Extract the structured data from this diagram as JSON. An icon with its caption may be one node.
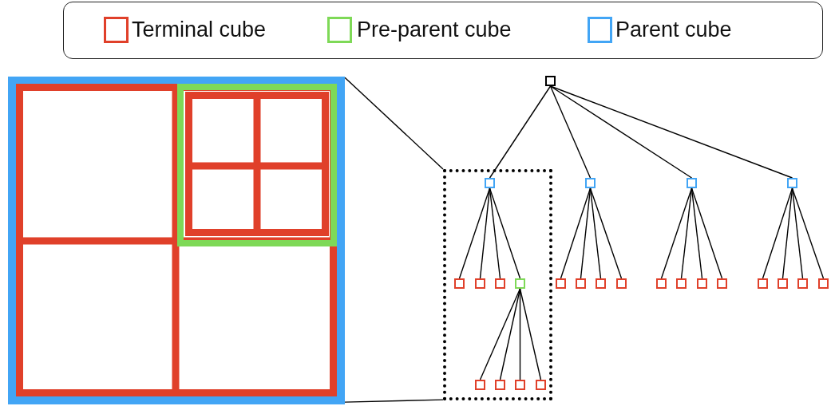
{
  "diagram": {
    "nodes": [
      {
        "text": [],
        "shape": "box"
      },
      {
        "text": [],
        "shape": "box"
      },
      {
        "text": [],
        "shape": "box"
      },
      {
        "text": [],
        "shape": "box",
        "in": 2
      },
      {
        "text": [],
        "shape": "box",
        "in": 2
      },
      {
        "text": [],
        "shape": "box",
        "in": 2
      },
      {
        "text": [],
        "shape": "box",
        "in": 2
      },
      {
        "text": [],
        "shape": "box",
        "in": 2
      },
      {
        "text": [],
        "shape": "box",
        "in": 2
      },
      {
        "text": [],
        "shape": "box",
        "in": 2
      },
      {
        "text": [],
        "shape": "box",
        "in": 2
      },
      {
        "text": [],
        "shape": "box",
        "in": 2
      },
      {
        "text": [],
        "shape": "box"
      },
      {
        "text": [],
        "shape": "box"
      },
      {
        "text": [],
        "shape": "box"
      },
      {
        "text": [],
        "shape": "box"
      },
      {
        "text": [],
        "shape": "box"
      },
      {
        "text": [],
        "shape": "box"
      },
      {
        "text": [],
        "shape": "box"
      },
      {
        "text": [],
        "shape": "box"
      },
      {
        "text": [],
        "shape": "box"
      },
      {
        "text": [],
        "shape": "box"
      },
      {
        "text": [],
        "shape": "box"
      },
      {
        "text": [],
        "shape": "box"
      },
      {
        "text": [],
        "shape": "box"
      },
      {
        "text": [],
        "shape": "box"
      },
      {
        "text": [],
        "shape": "box"
      }
    ],
    "edges": [
      {
        "from": 0,
        "to": 2,
        "arrow": "none"
      },
      {
        "from": 0,
        "to": 2,
        "arrow": "none"
      },
      {
        "from": 1,
        "to": 3,
        "arrow": "none"
      },
      {
        "from": 1,
        "to": 12,
        "arrow": "none"
      },
      {
        "from": 1,
        "to": 13,
        "arrow": "none"
      },
      {
        "from": 1,
        "to": 14,
        "arrow": "none"
      },
      {
        "from": 3,
        "to": 4,
        "arrow": "none"
      },
      {
        "from": 3,
        "to": 5,
        "arrow": "none"
      },
      {
        "from": 3,
        "to": 6,
        "arrow": "none"
      },
      {
        "from": 3,
        "to": 7,
        "arrow": "none"
      },
      {
        "from": 7,
        "to": 8,
        "arrow": "none"
      },
      {
        "from": 7,
        "to": 9,
        "arrow": "none"
      },
      {
        "from": 7,
        "to": 10,
        "arrow": "none"
      },
      {
        "from": 7,
        "to": 11,
        "arrow": "none"
      },
      {
        "from": 12,
        "to": 15,
        "arrow": "none"
      },
      {
        "from": 12,
        "to": 16,
        "arrow": "none"
      },
      {
        "from": 12,
        "to": 17,
        "arrow": "none"
      },
      {
        "from": 12,
        "to": 18,
        "arrow": "none"
      },
      {
        "from": 13,
        "to": 19,
        "arrow": "none"
      },
      {
        "from": 13,
        "to": 20,
        "arrow": "none"
      },
      {
        "from": 13,
        "to": 21,
        "arrow": "none"
      },
      {
        "from": 13,
        "to": 22,
        "arrow": "none"
      },
      {
        "from": 14,
        "to": 23,
        "arrow": "none"
      },
      {
        "from": 14,
        "to": 24,
        "arrow": "none"
      },
      {
        "from": 14,
        "to": 25,
        "arrow": "none"
      },
      {
        "from": 14,
        "to": 26,
        "arrow": "none"
      }
    ],
    "legend": [
      {
        "text": "Terminal cube",
        "color": "#e0402a"
      },
      {
        "text": "Pre-parent cube",
        "color": "#7ed957"
      },
      {
        "text": "Parent cube",
        "color": "#42a5f5"
      }
    ]
  }
}
